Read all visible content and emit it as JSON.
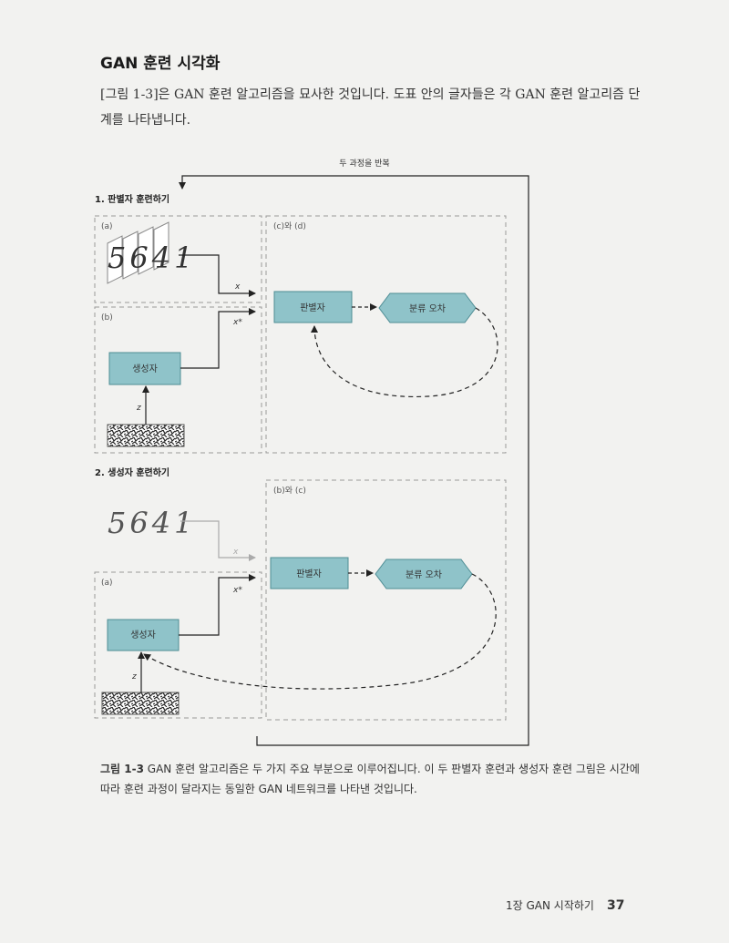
{
  "heading": "GAN 훈련 시각화",
  "intro": "[그림 1-3]은 GAN 훈련 알고리즘을 묘사한 것입니다. 도표 안의 글자들은 각 GAN 훈련 알고리즘 단계를 나타냅니다.",
  "diagram": {
    "repeat_label": "두 과정을 반복",
    "section1": {
      "title": "1. 판별자 훈련하기",
      "box_a": "(a)",
      "box_b": "(b)",
      "box_cd": "(c)와 (d)",
      "real_digits": "5641",
      "x_label": "x",
      "xstar_label": "x*",
      "z_label": "z",
      "generator": "생성자",
      "discriminator": "판별자",
      "error": "분류 오차"
    },
    "section2": {
      "title": "2. 생성자 훈련하기",
      "box_a": "(a)",
      "box_bc": "(b)와 (c)",
      "real_digits": "5641",
      "x_label": "x",
      "xstar_label": "x*",
      "z_label": "z",
      "generator": "생성자",
      "discriminator": "판별자",
      "error": "분류 오차"
    }
  },
  "caption": {
    "label": "그림 1-3",
    "text": " GAN 훈련 알고리즘은 두 가지 주요 부분으로 이루어집니다. 이 두 판별자 훈련과 생성자 훈련 그림은 시간에 따라 훈련 과정이 달라지는 동일한 GAN 네트워크를 나타낸 것입니다."
  },
  "footer": {
    "chapter": "1장 GAN 시작하기",
    "page": "37"
  },
  "colors": {
    "box_fill": "#8fc3c9",
    "box_stroke": "#4f8d94"
  }
}
